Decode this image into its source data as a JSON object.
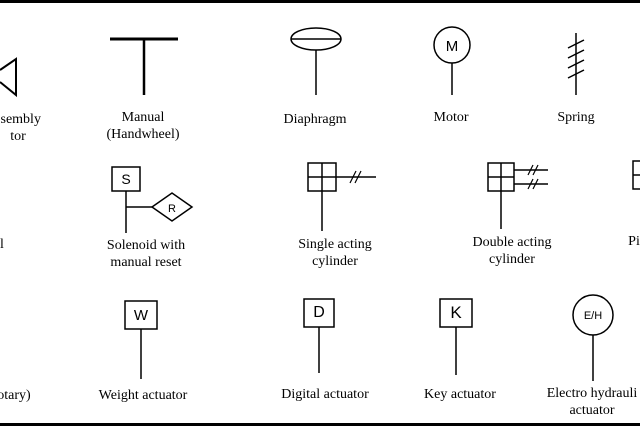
{
  "symbols": {
    "assembly": {
      "line1": "ssembly",
      "line2": "tor"
    },
    "manual": {
      "line1": "Manual",
      "line2": "(Handwheel)"
    },
    "diaphragm": {
      "label": "Diaphragm"
    },
    "motor": {
      "label": "Motor",
      "letter": "M"
    },
    "spring": {
      "label": "Spring"
    },
    "left-mid": {
      "label": "l"
    },
    "solenoid": {
      "line1": "Solenoid with",
      "line2": "manual reset",
      "letter_s": "S",
      "letter_r": "R"
    },
    "single-cyl": {
      "line1": "Single acting",
      "line2": "cylinder"
    },
    "double-cyl": {
      "line1": "Double acting",
      "line2": "cylinder"
    },
    "pi": {
      "label": "Pi"
    },
    "rotary": {
      "label": "otary)"
    },
    "weight": {
      "label": "Weight actuator",
      "letter": "W"
    },
    "digital": {
      "label": "Digital actuator",
      "letter": "D"
    },
    "key": {
      "label": "Key actuator",
      "letter": "K"
    },
    "eh": {
      "line1": "Electro hydrauli",
      "line2": "actuator",
      "letter": "E/H"
    }
  }
}
